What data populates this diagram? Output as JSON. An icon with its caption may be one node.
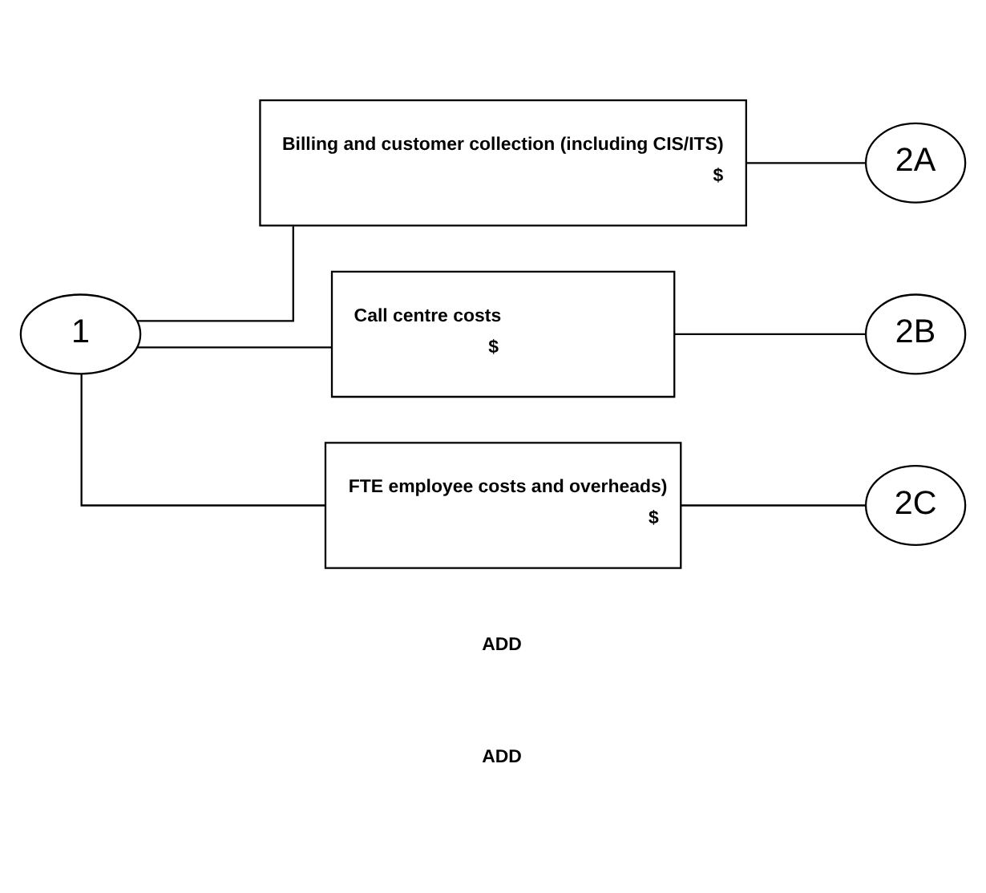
{
  "diagram": {
    "nodes": [
      {
        "text": [
          "1"
        ]
      },
      {
        "text": [
          "Billing and customer collection (including CIS/ITS)",
          "$"
        ]
      },
      {
        "text": [
          "2A"
        ]
      },
      {
        "text": [
          "Call centre costs",
          "$"
        ]
      },
      {
        "text": [
          "2B"
        ]
      },
      {
        "text": [
          "FTE employee costs and overheads)",
          "$"
        ]
      },
      {
        "text": [
          "2C"
        ]
      }
    ],
    "edges": [
      {
        "from": 0,
        "to": 1,
        "arrow": "none"
      },
      {
        "from": 0,
        "to": 3,
        "arrow": "none"
      },
      {
        "from": 0,
        "to": 5,
        "arrow": "none"
      },
      {
        "from": 1,
        "to": 2,
        "arrow": "none"
      },
      {
        "from": 3,
        "to": 4,
        "arrow": "none"
      },
      {
        "from": 5,
        "to": 6,
        "arrow": "none"
      }
    ],
    "labels": [
      "ADD",
      "ADD"
    ]
  }
}
